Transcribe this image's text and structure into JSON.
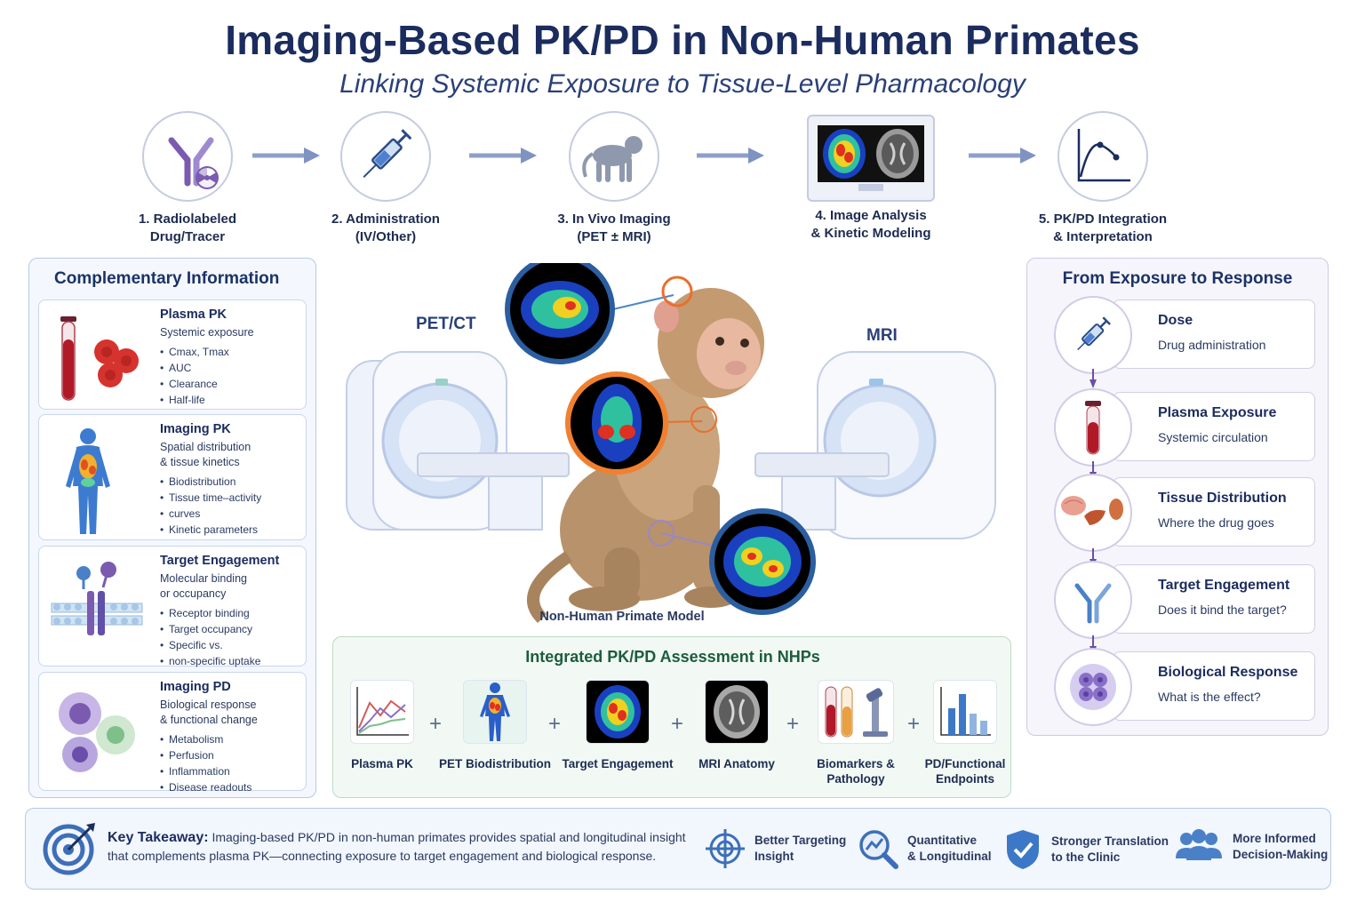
{
  "header": {
    "title": "Imaging-Based PK/PD in Non-Human Primates",
    "subtitle": "Linking Systemic Exposure to Tissue-Level Pharmacology"
  },
  "workflow": {
    "steps": [
      {
        "line1": "1. Radiolabeled",
        "line2": "Drug/Tracer",
        "icon": "antibody-radiolabel-icon"
      },
      {
        "line1": "2. Administration",
        "line2": "(IV/Other)",
        "icon": "syringe-icon"
      },
      {
        "line1": "3. In Vivo Imaging",
        "line2": "(PET ± MRI)",
        "icon": "monkey-icon"
      },
      {
        "line1": "4. Image Analysis",
        "line2": "& Kinetic Modeling",
        "icon": "monitor-brain-scan-icon"
      },
      {
        "line1": "5. PK/PD Integration",
        "line2": "& Interpretation",
        "icon": "curve-plot-icon"
      }
    ]
  },
  "complementary": {
    "title": "Complementary Information",
    "cards": [
      {
        "title": "Plasma PK",
        "desc1": "Systemic exposure",
        "desc2": "",
        "bullets": [
          "Cmax, Tmax",
          "AUC",
          "Clearance",
          "Half-life"
        ],
        "icon": "blood-tube-cells-icon"
      },
      {
        "title": "Imaging PK",
        "desc1": "Spatial distribution",
        "desc2": "& tissue kinetics",
        "bullets": [
          "Biodistribution",
          "Tissue time–activity",
          "curves",
          "Kinetic parameters"
        ],
        "icon": "body-biodistribution-icon"
      },
      {
        "title": "Target Engagement",
        "desc1": "Molecular binding",
        "desc2": "or occupancy",
        "bullets": [
          "Receptor binding",
          "Target occupancy",
          "Specific vs.",
          "non-specific uptake"
        ],
        "icon": "membrane-receptor-icon"
      },
      {
        "title": "Imaging PD",
        "desc1": "Biological response",
        "desc2": "& functional change",
        "bullets": [
          "Metabolism",
          "Perfusion",
          "Inflammation",
          "Disease readouts"
        ],
        "icon": "cells-icon"
      }
    ]
  },
  "center": {
    "pet_label": "PET/CT",
    "mri_label": "MRI",
    "nhp_label": "Non-Human Primate Model"
  },
  "integrated": {
    "title": "Integrated PK/PD Assessment in NHPs",
    "items": [
      {
        "line1": "Plasma PK",
        "line2": "",
        "icon": "line-chart-icon"
      },
      {
        "line1": "PET Biodistribution",
        "line2": "",
        "icon": "body-pet-icon"
      },
      {
        "line1": "Target Engagement",
        "line2": "",
        "icon": "brain-pet-icon"
      },
      {
        "line1": "MRI Anatomy",
        "line2": "",
        "icon": "brain-mri-icon"
      },
      {
        "line1": "Biomarkers &",
        "line2": "Pathology",
        "icon": "tubes-microscope-icon"
      },
      {
        "line1": "PD/Functional",
        "line2": "Endpoints",
        "icon": "bar-chart-icon"
      }
    ],
    "plus": "+"
  },
  "response": {
    "title": "From Exposure to Response",
    "items": [
      {
        "title": "Dose",
        "desc": "Drug administration",
        "icon": "syringe-icon"
      },
      {
        "title": "Plasma Exposure",
        "desc": "Systemic circulation",
        "icon": "blood-tube-icon"
      },
      {
        "title": "Tissue Distribution",
        "desc": "Where the drug goes",
        "icon": "organs-icon"
      },
      {
        "title": "Target Engagement",
        "desc": "Does it bind the target?",
        "icon": "antibody-icon"
      },
      {
        "title": "Biological Response",
        "desc": "What is the effect?",
        "icon": "cell-cluster-icon"
      }
    ]
  },
  "takeaway": {
    "label": "Key Takeaway:",
    "text": "Imaging-based PK/PD in non-human primates provides spatial and longitudinal insight that complements plasma PK—connecting exposure to target engagement and biological response.",
    "benefits": [
      {
        "line1": "Better Targeting",
        "line2": "Insight",
        "icon": "crosshair-icon"
      },
      {
        "line1": "Quantitative",
        "line2": "& Longitudinal",
        "icon": "magnifier-chart-icon"
      },
      {
        "line1": "Stronger Translation",
        "line2": "to the Clinic",
        "icon": "shield-check-icon"
      },
      {
        "line1": "More Informed",
        "line2": "Decision-Making",
        "icon": "people-icon"
      }
    ]
  },
  "colors": {
    "navy": "#1b2c5e",
    "arrow": "#7f93c2",
    "green": "#1c5d3c",
    "purple": "#6a4ea8"
  }
}
